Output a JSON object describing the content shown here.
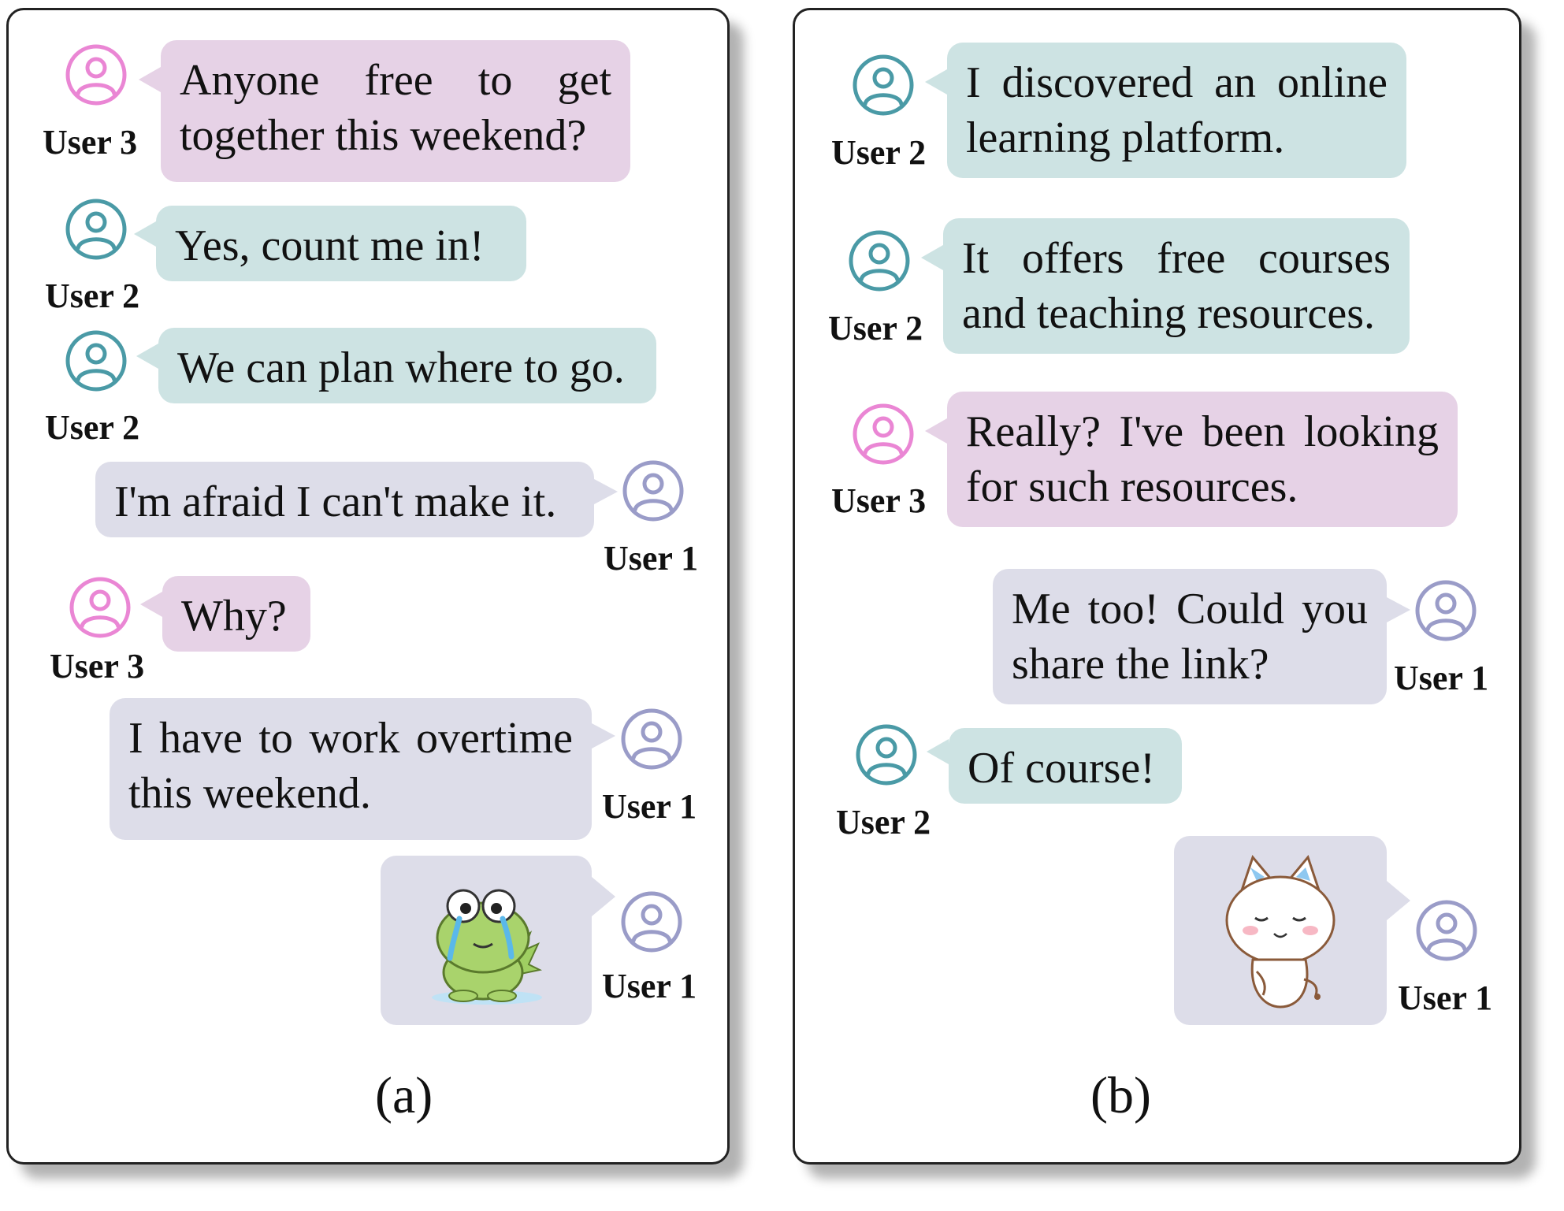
{
  "colors": {
    "user1": "#9a9cc8",
    "user2": "#4a9aa6",
    "user3": "#ea86d4",
    "bubble_user1": "#dddde9",
    "bubble_user2": "#cde3e3",
    "bubble_user3": "#e6d2e6"
  },
  "panel_a": {
    "caption": "(a)",
    "messages": [
      {
        "user": "User 3",
        "text": "Anyone free to get together this weekend?"
      },
      {
        "user": "User 2",
        "text": "Yes, count me in!"
      },
      {
        "user": "User 2",
        "text": "We can plan where to go."
      },
      {
        "user": "User 1",
        "text": "I'm afraid I can't make it."
      },
      {
        "user": "User 3",
        "text": "Why?"
      },
      {
        "user": "User 1",
        "text": "I have to work overtime this weekend."
      },
      {
        "user": "User 1",
        "sticker": "crying-frog-sticker"
      }
    ]
  },
  "panel_b": {
    "caption": "(b)",
    "messages": [
      {
        "user": "User 2",
        "text": "I discovered an online learning platform."
      },
      {
        "user": "User 2",
        "text": "It offers free courses and teaching resources."
      },
      {
        "user": "User 3",
        "text": "Really? I've been looking for such resources."
      },
      {
        "user": "User 1",
        "text": "Me too! Could you share the link?"
      },
      {
        "user": "User 2",
        "text": "Of course!"
      },
      {
        "user": "User 1",
        "sticker": "shy-white-cat-sticker"
      }
    ]
  }
}
